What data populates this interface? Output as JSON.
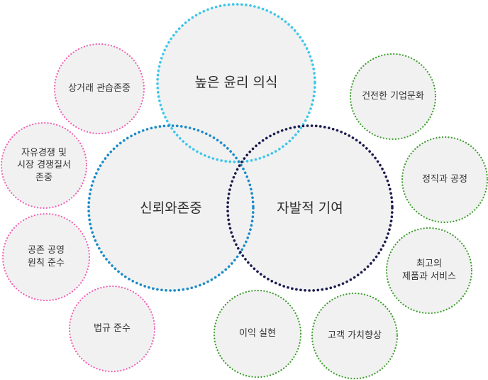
{
  "core_values": {
    "ethics": "높은 윤리 의식",
    "trust": "신뢰와존중",
    "voluntary": "자발적 기여"
  },
  "left_items": [
    "상거래 관습존중",
    "자유경쟁 및\n시장 경쟁질서\n존중",
    "공존 공영\n원칙 준수",
    "법규 준수"
  ],
  "right_items": [
    "건전한 기업문화",
    "정직과 공정",
    "최고의\n제품과 서비스",
    "고객 가치향상",
    "이익 실현"
  ],
  "colors": {
    "ethics_ring": "#3ec6ea",
    "trust_ring": "#1a8bc9",
    "voluntary_ring": "#1b1b4f",
    "left_ring": "#f062b4",
    "right_ring": "#3c9e2c",
    "fill": "#f1f1f1",
    "text": "#333333"
  }
}
